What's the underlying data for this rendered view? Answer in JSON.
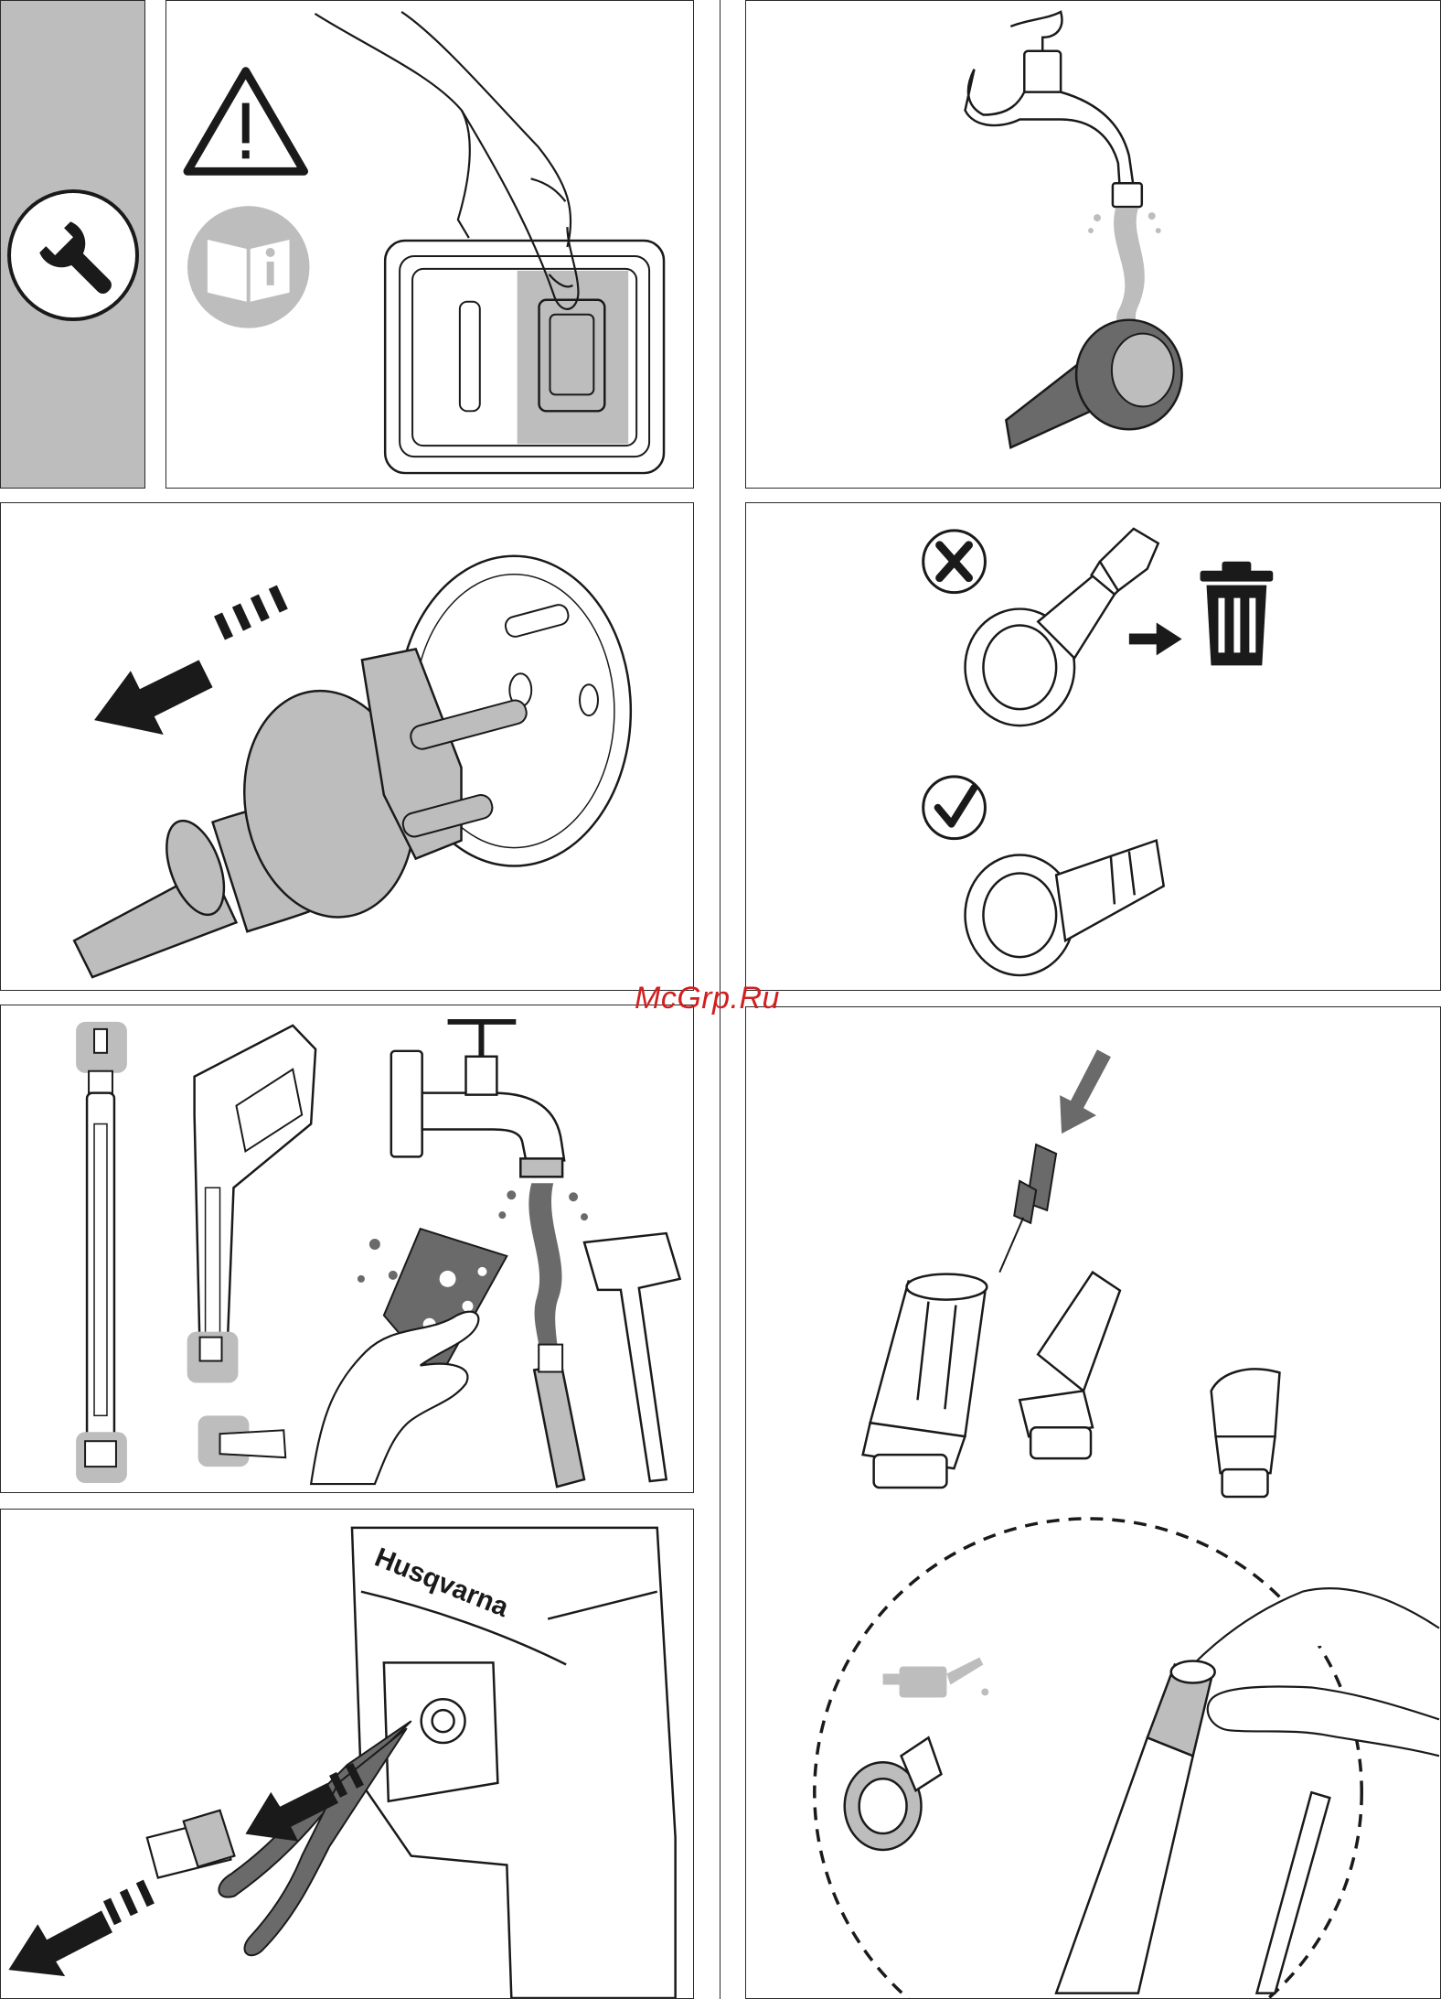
{
  "watermark": "McGrp.Ru",
  "brand_label": "Husqvarna",
  "panels": [
    {
      "id": "switch-off",
      "icons": [
        "wrench-icon",
        "warning-triangle-icon",
        "read-manual-icon",
        "hand-icon",
        "power-switch-icon"
      ]
    },
    {
      "id": "unplug",
      "icons": [
        "plug-icon",
        "wall-socket-icon",
        "pull-direction-arrow-icon"
      ]
    },
    {
      "id": "clean-accessories",
      "icons": [
        "lance-icon",
        "spray-gun-icon",
        "tap-icon",
        "sponge-icon",
        "hand-icon",
        "nozzle-icon"
      ]
    },
    {
      "id": "remove-inlet",
      "icons": [
        "pressure-washer-body-icon",
        "pliers-icon",
        "hose-connector-icon",
        "pull-direction-arrow-icon"
      ]
    },
    {
      "id": "rinse-nozzle",
      "icons": [
        "tap-icon",
        "water-stream-icon",
        "nozzle-icon"
      ]
    },
    {
      "id": "replace-damaged",
      "icons": [
        "cross-mark-icon",
        "check-mark-icon",
        "broken-nozzle-icon",
        "trash-bin-icon",
        "right-arrow-icon"
      ]
    },
    {
      "id": "nozzle-cleaning-needle",
      "icons": [
        "cleaning-needle-icon",
        "down-arrow-icon",
        "nozzle-icon"
      ]
    },
    {
      "id": "lubricate",
      "icons": [
        "oil-can-icon",
        "hand-icon",
        "coupling-icon"
      ]
    }
  ],
  "colors": {
    "line": "#1a1a1a",
    "grey_fill": "#bdbdbd",
    "dark_grey": "#6a6a6a",
    "watermark": "#d21f1f"
  }
}
